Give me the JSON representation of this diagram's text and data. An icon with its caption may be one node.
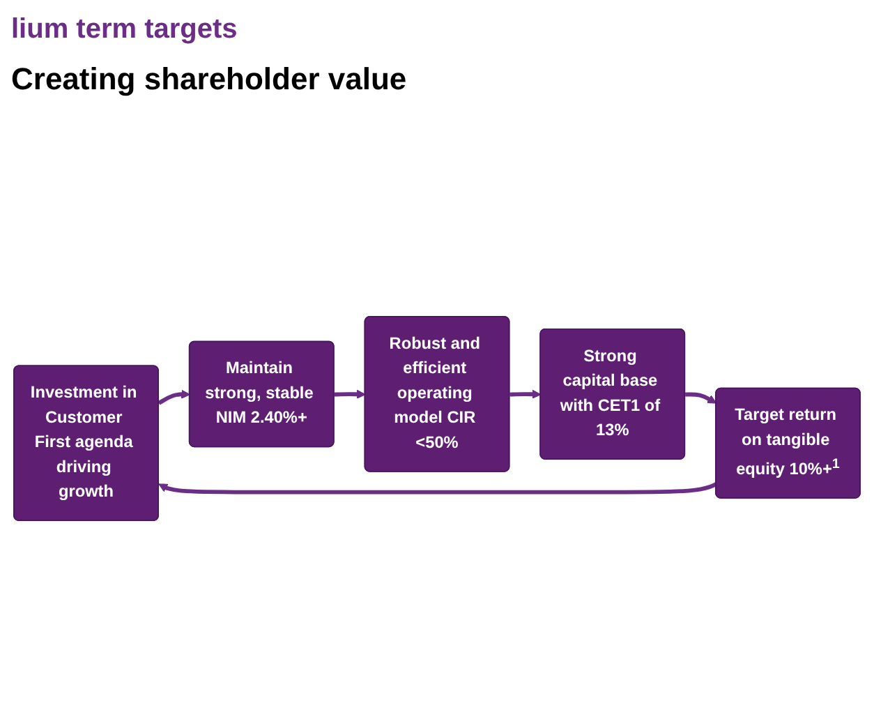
{
  "diagram": {
    "title": "lium term targets",
    "nodes": [
      {
        "text": [
          "Investment in Customer First agenda driving growth"
        ]
      },
      {
        "text": [
          "Maintain strong, stable NIM 2.40%+"
        ]
      },
      {
        "text": [
          "Robust and efficient operating model CIR <50%"
        ]
      },
      {
        "text": [
          "Strong capital base with CET1 of 13%"
        ]
      },
      {
        "text": [
          "Target return on tangible equity 10%+$^{1}$"
        ]
      }
    ],
    "edges": [
      {
        "from": 0,
        "to": 1,
        "arrow": "to"
      },
      {
        "from": 1,
        "to": 2,
        "arrow": "to"
      },
      {
        "from": 2,
        "to": 3,
        "arrow": "to"
      },
      {
        "from": 3,
        "to": 4,
        "arrow": "to"
      },
      {
        "from": 4,
        "to": 0,
        "arrow": "to"
      }
    ],
    "labels": [
      "Creating shareholder value"
    ]
  }
}
